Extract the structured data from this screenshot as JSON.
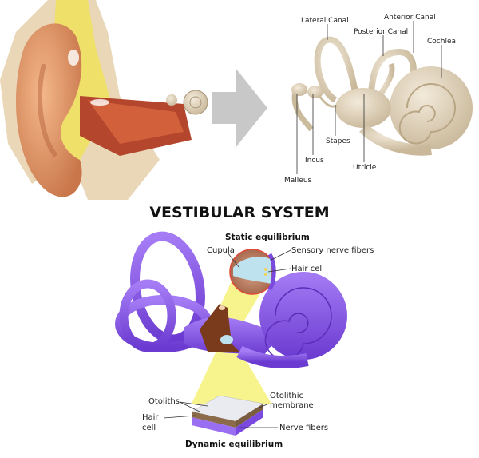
{
  "title": "VESTIBULAR SYSTEM",
  "inner_ear_labels": {
    "lateral_canal": "Lateral Canal",
    "anterior_canal": "Anterior Canal",
    "posterior_canal": "Posterior Canal",
    "cochlea": "Cochlea",
    "stapes": "Stapes",
    "incus": "Incus",
    "utricle": "Utricle",
    "malleus": "Malleus"
  },
  "vestibular_labels": {
    "static_equilibrium": "Static equilibrium",
    "cupula": "Cupula",
    "sensory_nerve_fibers": "Sensory nerve fibers",
    "hair_cell_top": "Hair cell",
    "otoliths": "Otoliths",
    "hair_cell_bottom_1": "Hair",
    "hair_cell_bottom_2": "cell",
    "otolithic_membrane_1": "Otolithic",
    "otolithic_membrane_2": "membrane",
    "nerve_fibers": "Nerve fibers",
    "dynamic_equilibrium": "Dynamic equilibrium"
  },
  "colors": {
    "skin": "#e8a070",
    "bone": "#e6d8c0",
    "purple": "#8a5ae6",
    "highlight": "#f6f27a",
    "arrow": "#c8c8c8"
  }
}
